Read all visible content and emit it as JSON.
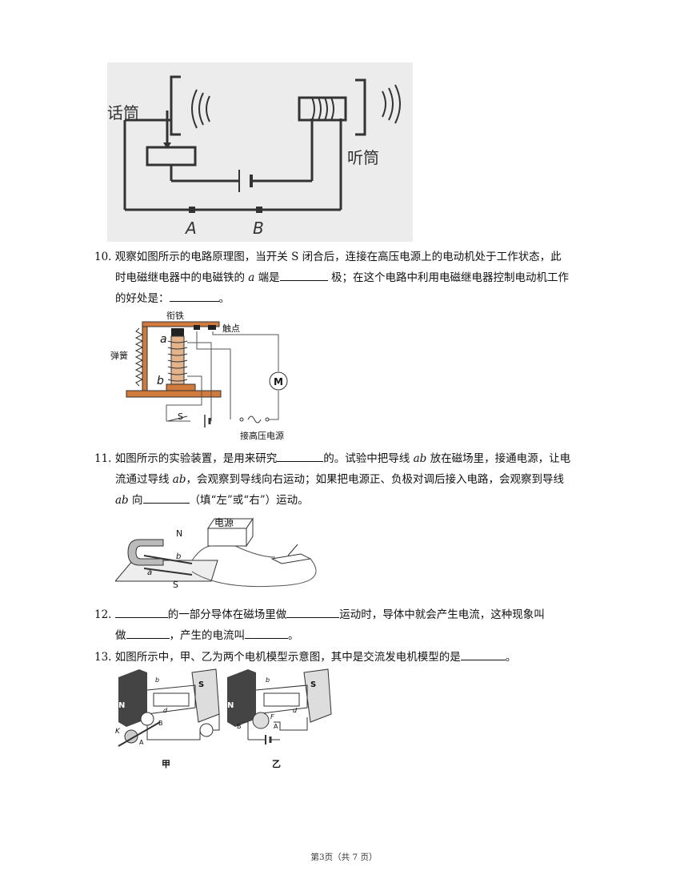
{
  "fig_telephone": {
    "mic_label": "话筒",
    "receiver_label": "听筒",
    "point_a": "A",
    "point_b": "B"
  },
  "q10": {
    "number": "10.",
    "line1": "观察如图所示的电路原理图，当开关 S 闭合后，连接在高压电源上的电动机处于工作状态，此",
    "line2_a": "时电磁继电器中的电磁铁的",
    "line2_var": "a",
    "line2_b": "端是",
    "line2_c": "极；在这个电路中利用电磁继电器控制电动机工作",
    "line3_a": "的好处是：",
    "line3_b": "。",
    "fig": {
      "armature": "衔铁",
      "contact": "触点",
      "spring": "弹簧",
      "a": "a",
      "b": "b",
      "switch": "S",
      "motor": "M",
      "hv": "接高压电源"
    }
  },
  "q11": {
    "number": "11.",
    "line1_a": "如图所示的实验装置，是用来研究",
    "line1_b": "的。试验中把导线",
    "line1_var": "ab",
    "line1_c": "放在磁场里，接通电源，让电",
    "line2_a": "流通过导线",
    "line2_var": "ab",
    "line2_b": "，会观察到导线向右运动；如果把电源正、负极对调后接入电路，会观察到导线",
    "line3_var": "ab",
    "line3_a": "向",
    "line3_b": "（填“左”或“右”）运动。",
    "fig": {
      "power": "电源",
      "n": "N",
      "s": "S",
      "a": "a",
      "b": "b"
    }
  },
  "q12": {
    "number": "12.",
    "line1_a": "的一部分导体在磁场里做",
    "line1_b": "运动时，导体中就会产生电流，这种现象叫",
    "line2_a": "做",
    "line2_b": "，产生的电流叫",
    "line2_c": "。"
  },
  "q13": {
    "number": "13.",
    "line1_a": "如图所示中，甲、乙为两个电机模型示意图，其中是交流发电机模型的是",
    "line1_b": "。",
    "fig": {
      "jia": "甲",
      "yi": "乙",
      "n": "N",
      "s": "S",
      "b": "b",
      "d": "d",
      "B": "B",
      "A": "A",
      "K": "K",
      "F": "F"
    }
  },
  "footer": "第3页（共 7 页）"
}
